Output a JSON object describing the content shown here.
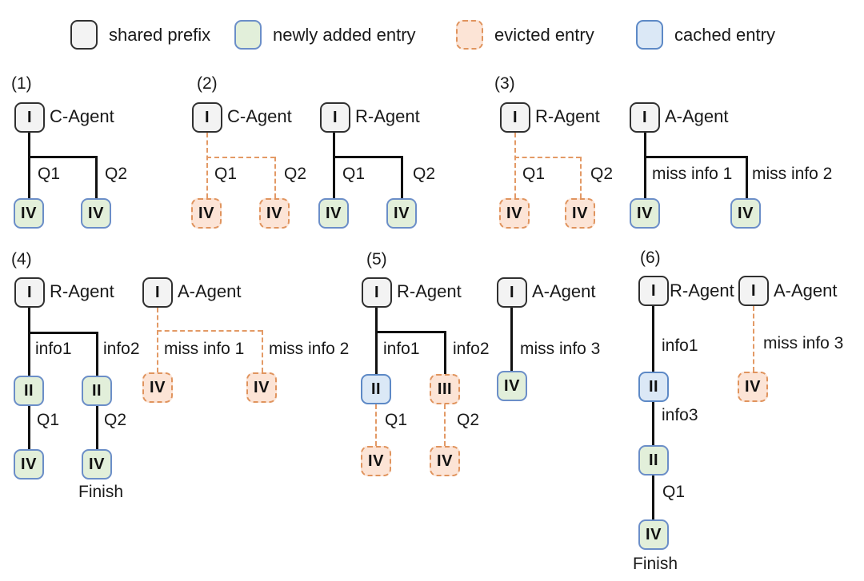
{
  "legend": {
    "items": [
      {
        "label": "shared prefix",
        "type": "shared"
      },
      {
        "label": "newly added entry",
        "type": "new"
      },
      {
        "label": "evicted entry",
        "type": "evicted"
      },
      {
        "label": "cached entry",
        "type": "cached"
      }
    ]
  },
  "colors": {
    "shared_fill": "#f3f3f3",
    "shared_border": "#303030",
    "new_fill": "#e2efda",
    "new_border": "#6b8ec8",
    "evicted_fill": "#fce4d6",
    "evicted_border": "#e0945e",
    "cached_fill": "#dbe8f6",
    "cached_border": "#5d89c6",
    "edge_solid": "#111111",
    "edge_dashed": "#e39a66"
  },
  "panels": [
    {
      "number": "(1)",
      "trees": [
        {
          "agent": "C-Agent",
          "nodes": [
            {
              "label": "I",
              "type": "shared"
            },
            {
              "label": "IV",
              "type": "new"
            },
            {
              "label": "IV",
              "type": "new"
            }
          ],
          "edge_labels": [
            "Q1",
            "Q2"
          ]
        }
      ]
    },
    {
      "number": "(2)",
      "trees": [
        {
          "agent": "C-Agent",
          "nodes": [
            {
              "label": "I",
              "type": "shared"
            },
            {
              "label": "IV",
              "type": "evicted"
            },
            {
              "label": "IV",
              "type": "evicted"
            }
          ],
          "edge_labels": [
            "Q1",
            "Q2"
          ]
        },
        {
          "agent": "R-Agent",
          "nodes": [
            {
              "label": "I",
              "type": "shared"
            },
            {
              "label": "IV",
              "type": "new"
            },
            {
              "label": "IV",
              "type": "new"
            }
          ],
          "edge_labels": [
            "Q1",
            "Q2"
          ]
        }
      ]
    },
    {
      "number": "(3)",
      "trees": [
        {
          "agent": "R-Agent",
          "nodes": [
            {
              "label": "I",
              "type": "shared"
            },
            {
              "label": "IV",
              "type": "evicted"
            },
            {
              "label": "IV",
              "type": "evicted"
            }
          ],
          "edge_labels": [
            "Q1",
            "Q2"
          ]
        },
        {
          "agent": "A-Agent",
          "nodes": [
            {
              "label": "I",
              "type": "shared"
            },
            {
              "label": "IV",
              "type": "new"
            },
            {
              "label": "IV",
              "type": "new"
            }
          ],
          "edge_labels": [
            "miss info 1",
            "miss info 2"
          ]
        }
      ]
    },
    {
      "number": "(4)",
      "trees": [
        {
          "agent": "R-Agent",
          "nodes": [
            {
              "label": "I",
              "type": "shared"
            },
            {
              "label": "II",
              "type": "new"
            },
            {
              "label": "II",
              "type": "new"
            },
            {
              "label": "IV",
              "type": "new"
            },
            {
              "label": "IV",
              "type": "new"
            }
          ],
          "edge_labels": [
            "info1",
            "info2",
            "Q1",
            "Q2"
          ],
          "finish": "Finish"
        },
        {
          "agent": "A-Agent",
          "nodes": [
            {
              "label": "I",
              "type": "shared"
            },
            {
              "label": "IV",
              "type": "evicted"
            },
            {
              "label": "IV",
              "type": "evicted"
            }
          ],
          "edge_labels": [
            "miss info 1",
            "miss info 2"
          ]
        }
      ]
    },
    {
      "number": "(5)",
      "trees": [
        {
          "agent": "R-Agent",
          "nodes": [
            {
              "label": "I",
              "type": "shared"
            },
            {
              "label": "II",
              "type": "cached"
            },
            {
              "label": "III",
              "type": "evicted"
            },
            {
              "label": "IV",
              "type": "evicted"
            },
            {
              "label": "IV",
              "type": "evicted"
            }
          ],
          "edge_labels": [
            "info1",
            "info2",
            "Q1",
            "Q2"
          ]
        },
        {
          "agent": "A-Agent",
          "nodes": [
            {
              "label": "I",
              "type": "shared"
            },
            {
              "label": "IV",
              "type": "new"
            }
          ],
          "edge_labels": [
            "miss info 3"
          ]
        }
      ]
    },
    {
      "number": "(6)",
      "trees": [
        {
          "agent": "R-Agent",
          "nodes": [
            {
              "label": "I",
              "type": "shared"
            },
            {
              "label": "II",
              "type": "cached"
            },
            {
              "label": "II",
              "type": "new"
            },
            {
              "label": "IV",
              "type": "new"
            }
          ],
          "edge_labels": [
            "info1",
            "info3",
            "Q1"
          ],
          "finish": "Finish"
        },
        {
          "agent": "A-Agent",
          "nodes": [
            {
              "label": "I",
              "type": "shared"
            },
            {
              "label": "IV",
              "type": "evicted"
            }
          ],
          "edge_labels": [
            "miss info 3"
          ]
        }
      ]
    }
  ]
}
